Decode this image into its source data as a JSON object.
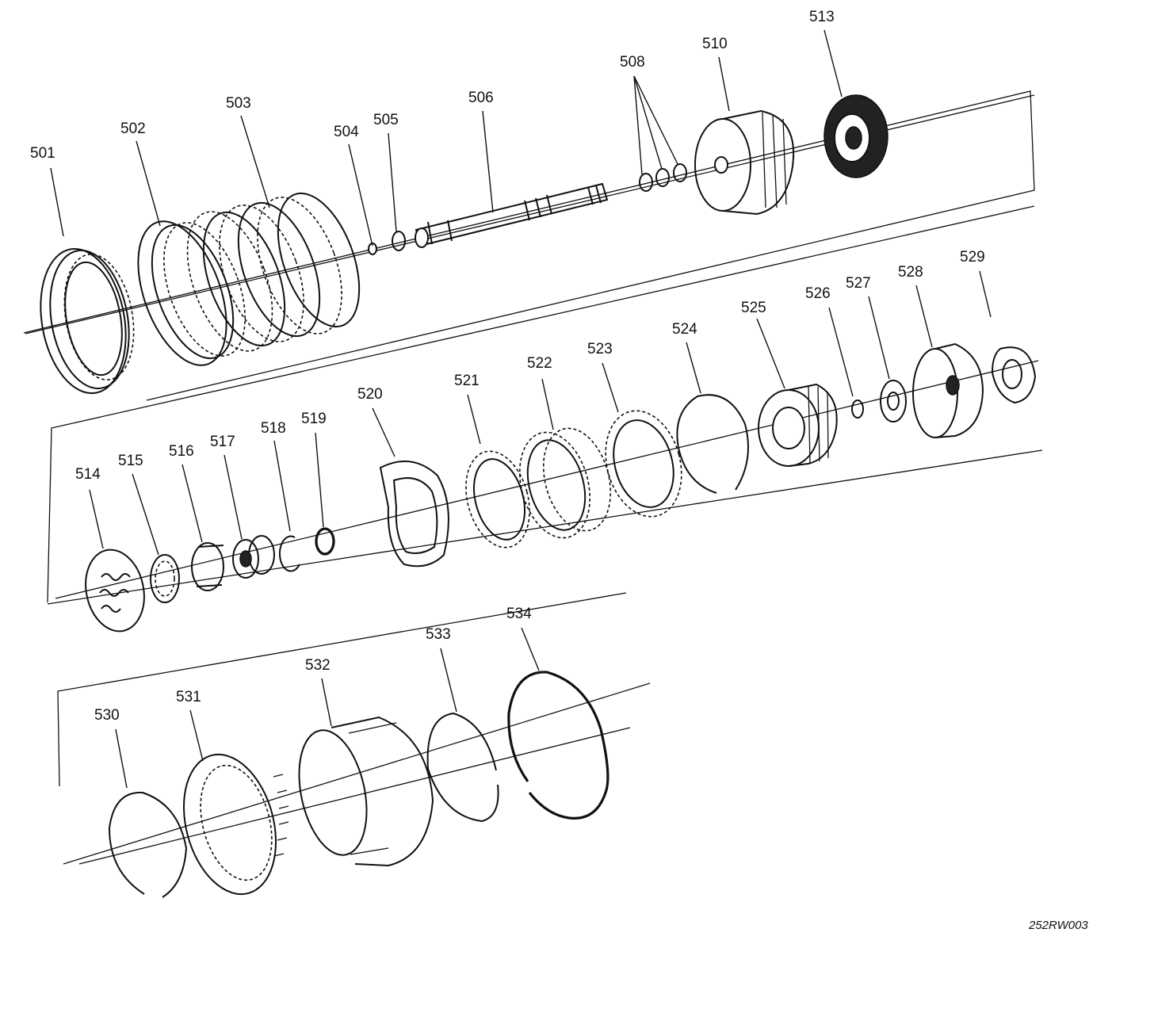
{
  "figure": {
    "id": "252RW003"
  },
  "callouts": [
    {
      "label": "501"
    },
    {
      "label": "502"
    },
    {
      "label": "503"
    },
    {
      "label": "504"
    },
    {
      "label": "505"
    },
    {
      "label": "506"
    },
    {
      "label": "508"
    },
    {
      "label": "510"
    },
    {
      "label": "513"
    },
    {
      "label": "514"
    },
    {
      "label": "515"
    },
    {
      "label": "516"
    },
    {
      "label": "517"
    },
    {
      "label": "518"
    },
    {
      "label": "519"
    },
    {
      "label": "520"
    },
    {
      "label": "521"
    },
    {
      "label": "522"
    },
    {
      "label": "523"
    },
    {
      "label": "524"
    },
    {
      "label": "525"
    },
    {
      "label": "526"
    },
    {
      "label": "527"
    },
    {
      "label": "528"
    },
    {
      "label": "529"
    },
    {
      "label": "530"
    },
    {
      "label": "531"
    },
    {
      "label": "532"
    },
    {
      "label": "533"
    },
    {
      "label": "534"
    }
  ]
}
